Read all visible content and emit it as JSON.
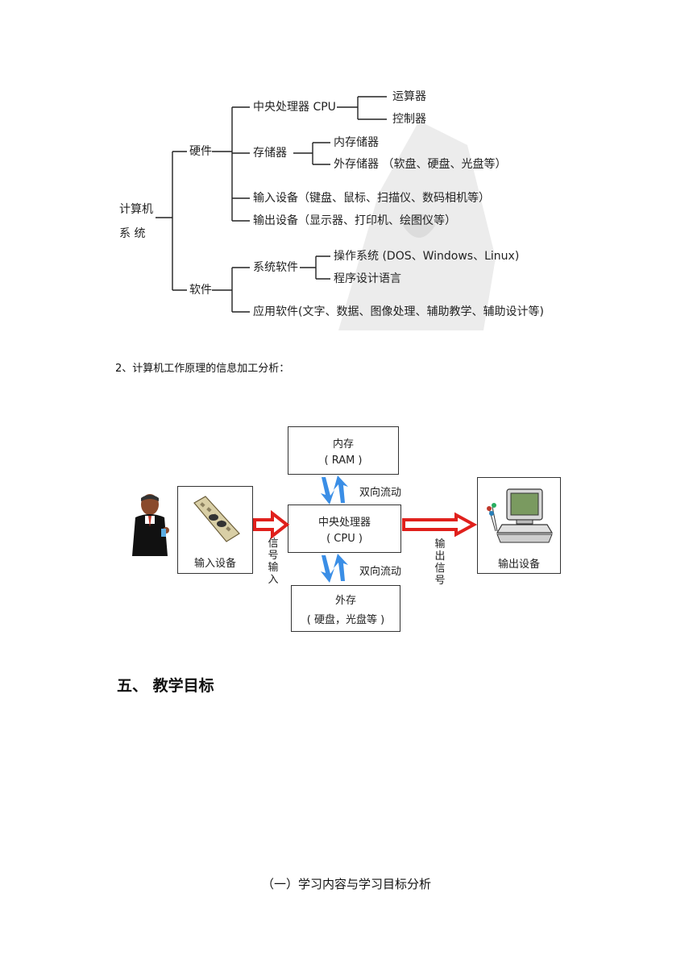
{
  "tree": {
    "root": [
      "计算机",
      "系    统"
    ],
    "hardware": "硬件",
    "software": "软件",
    "cpu": "中央处理器 CPU",
    "alu": "运算器",
    "controller": "控制器",
    "storage": "存储器",
    "internal_storage": "内存储器",
    "external_storage": "外存储器 （软盘、硬盘、光盘等）",
    "input_devices": "输入设备（键盘、鼠标、扫描仪、数码相机等）",
    "output_devices": "输出设备（显示器、打印机、绘图仪等）",
    "system_software": "系统软件",
    "os": "操作系统  (DOS、Windows、Linux)",
    "programming_lang": "程序设计语言",
    "app_software": "应用软件(文字、数据、图像处理、辅助教学、辅助设计等)"
  },
  "section2_title": "2、计算机工作原理的信息加工分析：",
  "flow": {
    "ram_title": "内存",
    "ram_sub": "( RAM )",
    "cpu_title": "中央处理器",
    "cpu_sub": "( CPU )",
    "ext_title": "外存",
    "ext_sub": "( 硬盘，光盘等 )",
    "bidir_top": "双向流动",
    "bidir_bottom": "双向流动",
    "input_device": "输入设备",
    "output_device": "输出设备",
    "signal_in": [
      "信",
      "号",
      "输",
      "入"
    ],
    "signal_out": [
      "输",
      "出",
      "信",
      "号"
    ]
  },
  "heading5": "五、  教学目标",
  "subheading1": "（一）学习内容与学习目标分析",
  "colors": {
    "arrow_red": "#e0201c",
    "arrow_blue": "#3a8ee6"
  }
}
